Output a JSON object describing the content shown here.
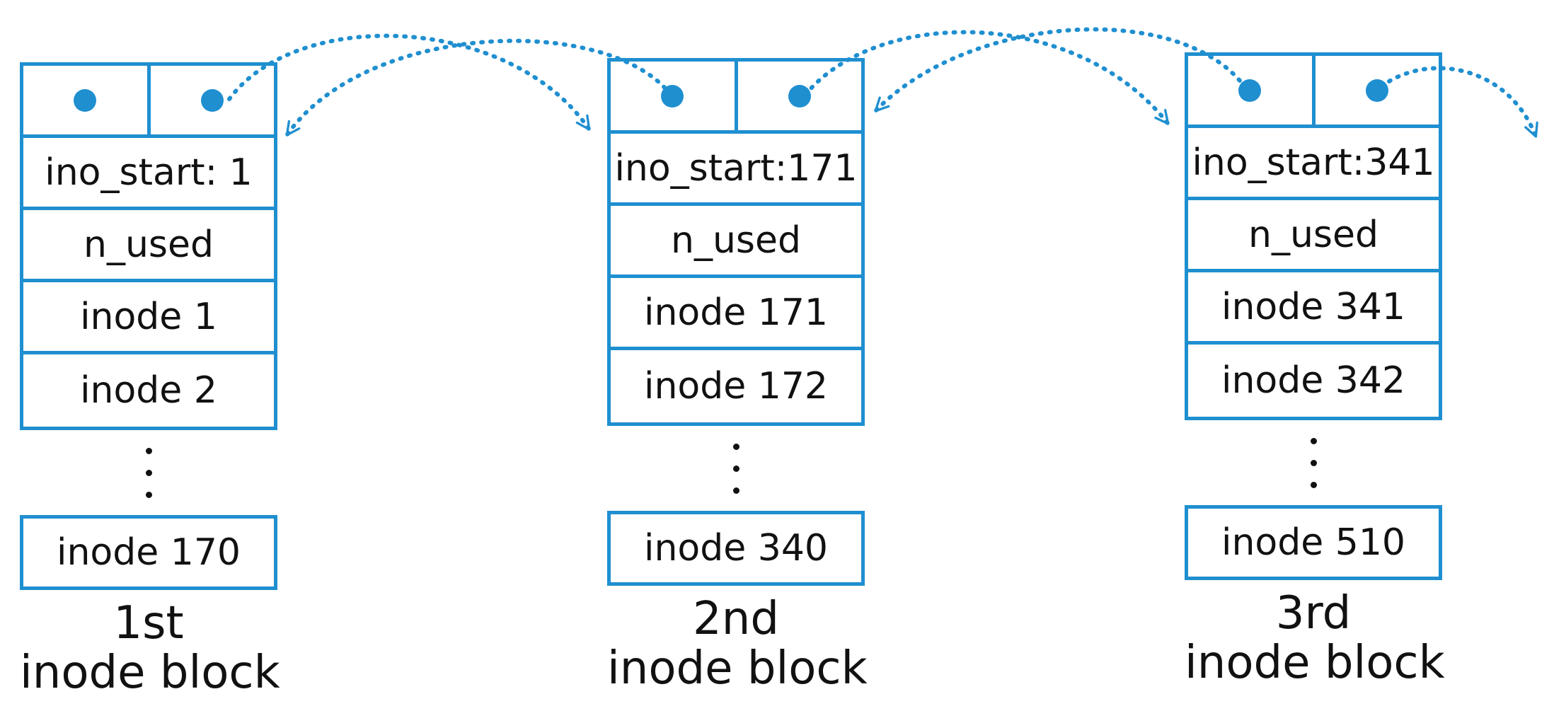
{
  "blocks": [
    {
      "ino_start_label": "ino_start: 1",
      "n_used_label": "n_used",
      "first_inode": "inode 1",
      "second_inode": "inode 2",
      "last_inode": "inode 170",
      "caption_line1": "1st",
      "caption_line2": "inode block"
    },
    {
      "ino_start_label": "ino_start:171",
      "n_used_label": "n_used",
      "first_inode": "inode 171",
      "second_inode": "inode 172",
      "last_inode": "inode 340",
      "caption_line1": "2nd",
      "caption_line2": "inode block"
    },
    {
      "ino_start_label": "ino_start:341",
      "n_used_label": "n_used",
      "first_inode": "inode 341",
      "second_inode": "inode 342",
      "last_inode": "inode 510",
      "caption_line1": "3rd",
      "caption_line2": "inode block"
    }
  ],
  "colors": {
    "accent": "#1f8fd0",
    "text": "#111111",
    "background": "#ffffff"
  },
  "links": [
    {
      "from_block": 0,
      "to_block": 1,
      "kind": "next"
    },
    {
      "from_block": 1,
      "to_block": 0,
      "kind": "prev"
    },
    {
      "from_block": 1,
      "to_block": 2,
      "kind": "next"
    },
    {
      "from_block": 2,
      "to_block": 1,
      "kind": "prev"
    },
    {
      "from_block": 2,
      "to_block": null,
      "kind": "next"
    }
  ]
}
